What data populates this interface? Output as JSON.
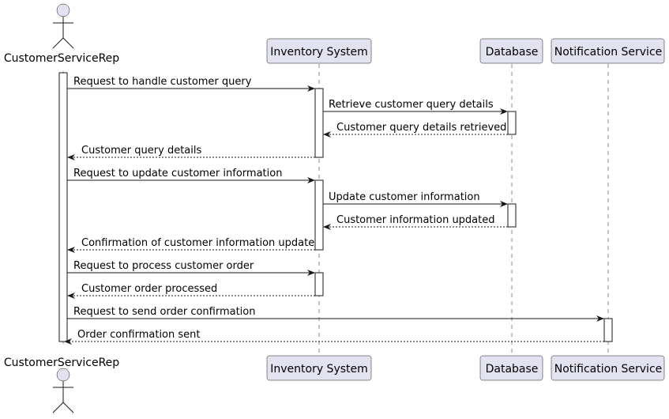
{
  "participants": {
    "rep": {
      "label": "CustomerServiceRep",
      "kind": "actor"
    },
    "inv": {
      "label": "Inventory System",
      "kind": "participant"
    },
    "db": {
      "label": "Database",
      "kind": "participant"
    },
    "notif": {
      "label": "Notification Service",
      "kind": "participant"
    }
  },
  "messages": [
    {
      "from": "rep",
      "to": "inv",
      "label": "Request to handle customer query",
      "style": "solid"
    },
    {
      "from": "inv",
      "to": "db",
      "label": "Retrieve customer query details",
      "style": "solid"
    },
    {
      "from": "db",
      "to": "inv",
      "label": "Customer query details retrieved",
      "style": "dashed"
    },
    {
      "from": "inv",
      "to": "rep",
      "label": "Customer query details",
      "style": "dashed"
    },
    {
      "from": "rep",
      "to": "inv",
      "label": "Request to update customer information",
      "style": "solid"
    },
    {
      "from": "inv",
      "to": "db",
      "label": "Update customer information",
      "style": "solid"
    },
    {
      "from": "db",
      "to": "inv",
      "label": "Customer information updated",
      "style": "dashed"
    },
    {
      "from": "inv",
      "to": "rep",
      "label": "Confirmation of customer information update",
      "style": "dashed"
    },
    {
      "from": "rep",
      "to": "inv",
      "label": "Request to process customer order",
      "style": "solid"
    },
    {
      "from": "inv",
      "to": "rep",
      "label": "Customer order processed",
      "style": "dashed"
    },
    {
      "from": "rep",
      "to": "notif",
      "label": "Request to send order confirmation",
      "style": "solid"
    },
    {
      "from": "notif",
      "to": "rep",
      "label": "Order confirmation sent",
      "style": "dashed"
    }
  ],
  "colors": {
    "participant_fill": "#E2E2F0",
    "line": "#181818"
  }
}
